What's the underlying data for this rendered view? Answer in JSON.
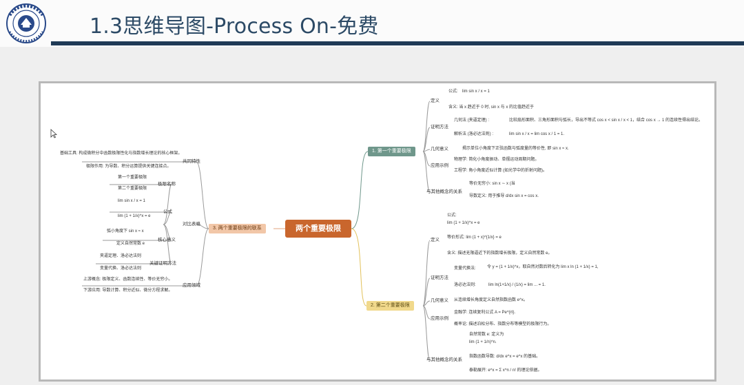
{
  "slide": {
    "title": "1.3思维导图-Process On-免费"
  },
  "mindmap": {
    "center": "两个重要极限",
    "branch1": {
      "label": "1. 第一个重要极限",
      "def": "定义",
      "formula_key": "公式:",
      "formula": "lim sin x / x = 1",
      "meaning": "含义: 当 x 趋近于 0 时, sin x 与 x 的比值趋近于",
      "proof": "证明方法",
      "geo": "几何法 (夹逼定理) :",
      "geo_desc": "比较扇形面积、三角形面积与弧长，导出不等式 cos x < sin x / x < 1，结合 cos x → 1 的连续性得出结论。",
      "analytic": "解析法 (洛必达法则) :",
      "analytic_formula": "lim sin x / x = lim cos x / 1 = 1.",
      "geometric_meaning": "几何意义",
      "geometric_meaning_desc": "揭示单位小角度下正弦函数与弧度量的等价性, 即 sin x ≈ x.",
      "app": "应用示例",
      "phys": "物理学: 简化小角度振动、单摆运动周期问题。",
      "eng": "工程学: 角小角度近似计算 (如光学中的折射问题)。",
      "rel": "与其他概念的关系",
      "rel1": "等价无穷小: sin x ∼ x (当",
      "rel2": "导数定义: 用于推导 d/dx sin x = cos x."
    },
    "branch2": {
      "label": "2. 第二个重要极限",
      "def": "定义",
      "formula_key": "公式:",
      "formula": "lim (1 + 1/x)^x = e",
      "equiv": "等价形式: lim (1 + x)^{1/x} = e",
      "meaning": "含义: 描述无限逼近下的指数增长极限，定义自然常数 e。",
      "proof": "证明方法",
      "sub": "变量代换法:",
      "sub_desc": "令 y = (1 + 1/x)^x，取自然对数后转化为 lim x ln (1 + 1/x) = 1,",
      "lhopital": "洛必达法则:",
      "lhopital_formula": "lim ln(1+1/x) / (1/x) = lim ... = 1.",
      "geometric_meaning": "几何意义",
      "geometric_meaning_desc": "从连续增长角度定义自然指数函数 e^x。",
      "app": "应用示例",
      "fin": "金融学: 连续复利公式 A = Pe^{rt}.",
      "prob": "概率论: 描述泊松分布、指数分布等模型的极限行为。",
      "rel": "与其他概念的关系",
      "nat": "自然常数 e: 定义为",
      "nat_formula": "lim (1 + 1/n)^n.",
      "exp": "指数函数导数: d/dx e^x = e^x 的基础。",
      "series": "泰勒展开: e^x = Σ x^n / n! 的理论依据。"
    },
    "branch3": {
      "label": "3. 两个重要极限的联系",
      "common": "共同特性",
      "common1": "基础工具: 构成微积分中函数极限性化与指数增长理论的核心框架。",
      "common2": "极限作用: 为导数、积分运算提供关键连接点。",
      "compare": "对比表格",
      "name_key": "极限名称",
      "name1": "第一个重要极限",
      "name2": "第二个重要极限",
      "formula_key": "公式",
      "f1": "lim sin x / x = 1",
      "f2": "lim (1 + 1/x)^x = e",
      "core_key": "核心意义",
      "core1": "弧小角度下 sin x ≈ x",
      "core2": "定义自然常数 e",
      "method_key": "关键证明方法",
      "method1": "夹逼定理、洛必达法则",
      "method2": "变量代换、洛必达法则",
      "apps": "应用领域",
      "app1": "上游概念: 极限定义、函数连续性、等价无穷小。",
      "app2": "下游应用: 导数计算、积分近似、微分方程求解。"
    }
  }
}
